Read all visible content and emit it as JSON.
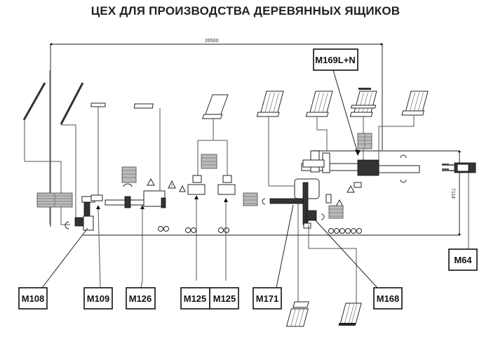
{
  "title": "ЦЕХ ДЛЯ ПРОИЗВОДСТВА ДЕРЕВЯННЫХ ЯЩИКОВ",
  "dimensions": {
    "length": "26500",
    "width": "7114"
  },
  "machine_labels": {
    "m108": "M108",
    "m109": "M109",
    "m126": "M126",
    "m125a": "M125",
    "m125b": "M125",
    "m171": "M171",
    "m168": "M168",
    "m169": "M169L+N",
    "m64": "M64"
  },
  "colors": {
    "line": "#555555",
    "ink": "#111111",
    "stack_fill": "#bbbbbb"
  }
}
